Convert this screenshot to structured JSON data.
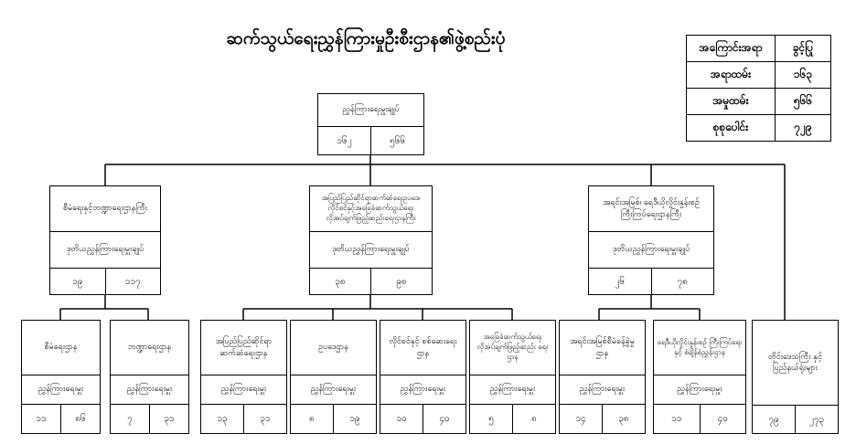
{
  "title": "ဆက်သွယ်ရေးညွှန်ကြားမှုဦးစီးဌာန၏ဖွဲ့စည်းပုံ",
  "summary": [
    {
      "label": "အကြောင်းအရာ",
      "value": "ခွင့်ပြု"
    },
    {
      "label": "အရာထမ်း",
      "value": "၁၆၃"
    },
    {
      "label": "အမှုထမ်း",
      "value": "၅၆၆"
    },
    {
      "label": "စုစုပေါင်း",
      "value": "၇၂၉"
    }
  ],
  "head": {
    "name": "ညွှန်ကြားရေးမှူးချုပ်",
    "officers": "၁၆၂",
    "staff": "၅၆၆"
  },
  "divisions": [
    {
      "name": "စီမံရေးနှင့်ဘဏ္ဍာရေးဌာနကြီး",
      "rank": "ဒုတိယညွှန်ကြားရေးမှူးချုပ်",
      "officers": "၁၉",
      "staff": "၁၁၇"
    },
    {
      "name": "အပြည်ပြည်ဆိုင်ရာဆက်ဆံရေးဥပဒေ၊ လိုင်စင်နှင့်အခြေခံဆက်သွယ်ရေး လိုအပ်ချက်ဖြည့်ဆည်းရေးဌာနကြီး",
      "rank": "ဒုတိယညွှန်ကြားရေးမှူးချုပ်",
      "officers": "၃၈",
      "staff": "၉၈"
    },
    {
      "name": "အရင်းအမြစ်၊ ရေဒီယိုလှိုင်းနှုန်းစဉ် ကြီးကြပ်ရေးဌာနကြီး",
      "rank": "ဒုတိယညွှန်ကြားရေးမှူးချုပ်",
      "officers": "၂၆",
      "staff": "၇၈"
    }
  ],
  "departments": [
    {
      "name": "စီမံရေးဌာန",
      "rank": "ညွှန်ကြားရေးမှူး",
      "officers": "၁၁",
      "staff": "၈၆"
    },
    {
      "name": "ဘဏ္ဍာရေးဌာန",
      "rank": "ညွှန်ကြားရေးမှူး",
      "officers": "၇",
      "staff": "၃၁"
    },
    {
      "name": "အပြည်ပြည်ဆိုင်ရာ ဆက်ဆံရေးဌာန",
      "rank": "ညွှန်ကြားရေးမှူး",
      "officers": "၁၃",
      "staff": "၃၁"
    },
    {
      "name": "ဥပဒေဌာန",
      "rank": "ညွှန်ကြားရေးမှူး",
      "officers": "၈",
      "staff": "၁၉"
    },
    {
      "name": "လိုင်စင်နှင့် စစ်ဆေးရေးဌာန",
      "rank": "ညွှန်ကြားရေးမှူး",
      "officers": "၁၀",
      "staff": "၄၀"
    },
    {
      "name": "အခြေခံဆက်သွယ်ရေး လိုအပ်ချက်ဖြည့်ဆည်း ရေးဌာန",
      "rank": "ညွှန်ကြားရေးမှူး",
      "officers": "၅",
      "staff": "၈"
    },
    {
      "name": "အရင်းအမြစ်စီမံခန့်ခွဲမှု ဌာန",
      "rank": "ညွှန်ကြားရေးမှူး",
      "officers": "၁၄",
      "staff": "၃၈"
    },
    {
      "name": "ရေဒီယိုလှိုင်းနှုန်းစဉ် ကြီးကြပ်ရေးနှင့် စံချိန်စံညွှန်းဌာန",
      "rank": "ညွှန်ကြားရေးမှူး",
      "officers": "၁၁",
      "staff": "၄၀"
    }
  ],
  "regional": {
    "name": "တိုင်းဒေသကြီး နှင့် ပြည်နယ်ရုံးများ",
    "officers": "၇၉",
    "staff": "၂၇၃"
  }
}
